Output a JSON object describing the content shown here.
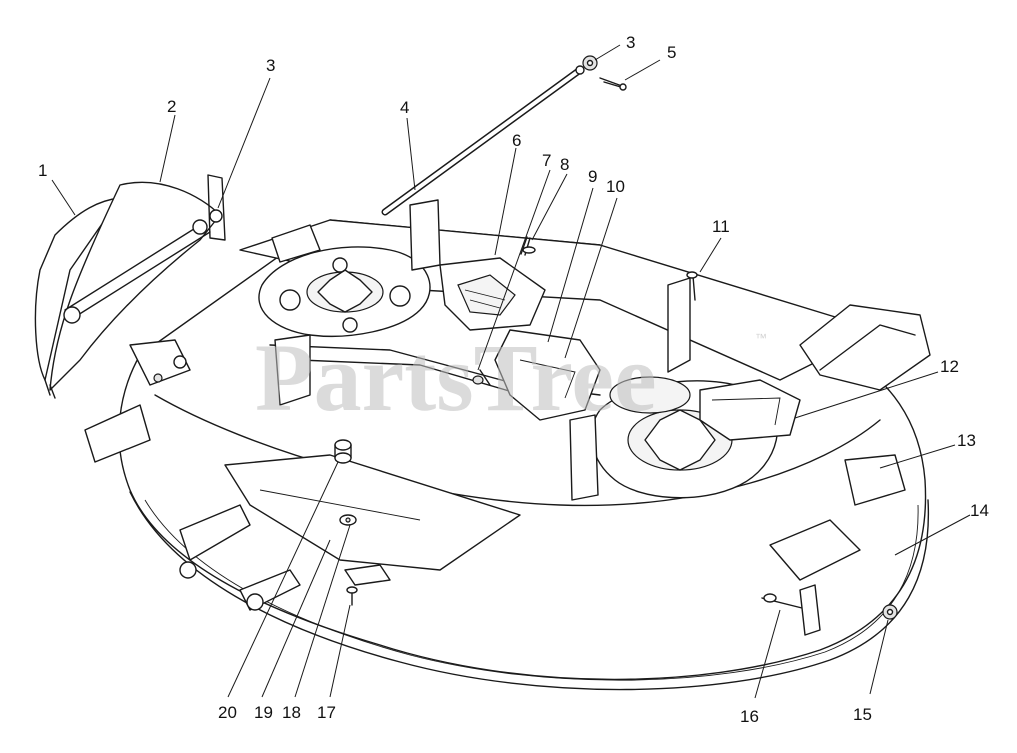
{
  "diagram": {
    "watermark": "PartsTree",
    "watermark_mark": "™",
    "callouts": [
      {
        "id": "c1",
        "label": "1"
      },
      {
        "id": "c2",
        "label": "2"
      },
      {
        "id": "c3a",
        "label": "3"
      },
      {
        "id": "c3b",
        "label": "3"
      },
      {
        "id": "c4",
        "label": "4"
      },
      {
        "id": "c5",
        "label": "5"
      },
      {
        "id": "c6",
        "label": "6"
      },
      {
        "id": "c7",
        "label": "7"
      },
      {
        "id": "c8",
        "label": "8"
      },
      {
        "id": "c9",
        "label": "9"
      },
      {
        "id": "c10",
        "label": "10"
      },
      {
        "id": "c11",
        "label": "11"
      },
      {
        "id": "c12",
        "label": "12"
      },
      {
        "id": "c13",
        "label": "13"
      },
      {
        "id": "c14",
        "label": "14"
      },
      {
        "id": "c15",
        "label": "15"
      },
      {
        "id": "c16",
        "label": "16"
      },
      {
        "id": "c17",
        "label": "17"
      },
      {
        "id": "c18",
        "label": "18"
      },
      {
        "id": "c19",
        "label": "19"
      },
      {
        "id": "c20",
        "label": "20"
      }
    ]
  }
}
